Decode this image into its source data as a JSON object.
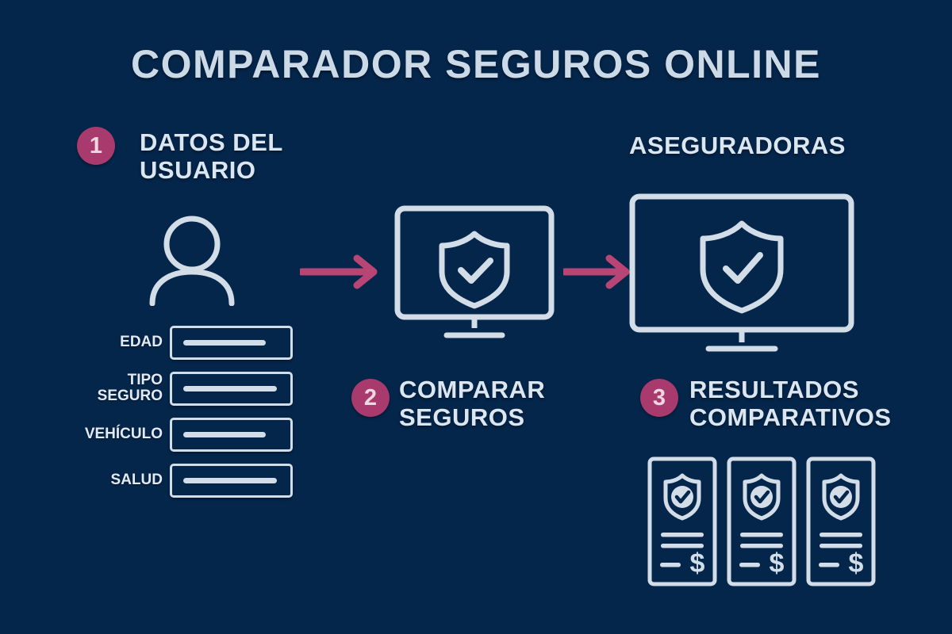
{
  "theme": {
    "background": "#04264b",
    "line": "#d2dde8",
    "text": "#dbe6f0",
    "title_color": "#ccd9e6",
    "accent": "#a93a6e",
    "badge_text": "#f0d6e2"
  },
  "title": "COMPARADOR SEGUROS ONLINE",
  "steps": [
    {
      "number": "1",
      "heading": "DATOS DEL\nUSUARIO"
    },
    {
      "number": "2",
      "heading": "COMPARAR\nSEGUROS"
    },
    {
      "number": "3",
      "heading": "RESULTADOS\nCOMPARATIVOS"
    }
  ],
  "section_headings": {
    "insurers": "ASEGURADORAS"
  },
  "form_fields": [
    {
      "label": "EDAD",
      "fill_width": 104
    },
    {
      "label": "TIPO\nSEGURO",
      "fill_width": 118
    },
    {
      "label": "VEHÍCULO",
      "fill_width": 104
    },
    {
      "label": "SALUD",
      "fill_width": 118
    }
  ],
  "result_cards": [
    {
      "currency": "$"
    },
    {
      "currency": "$"
    },
    {
      "currency": "$"
    }
  ],
  "icons": {
    "user": "user-icon",
    "monitor_compare": "monitor-shield-icon",
    "monitor_insurers": "monitor-shield-icon",
    "arrow_1": "arrow-right-icon",
    "arrow_2": "arrow-right-icon",
    "card_shield": "shield-check-icon"
  }
}
